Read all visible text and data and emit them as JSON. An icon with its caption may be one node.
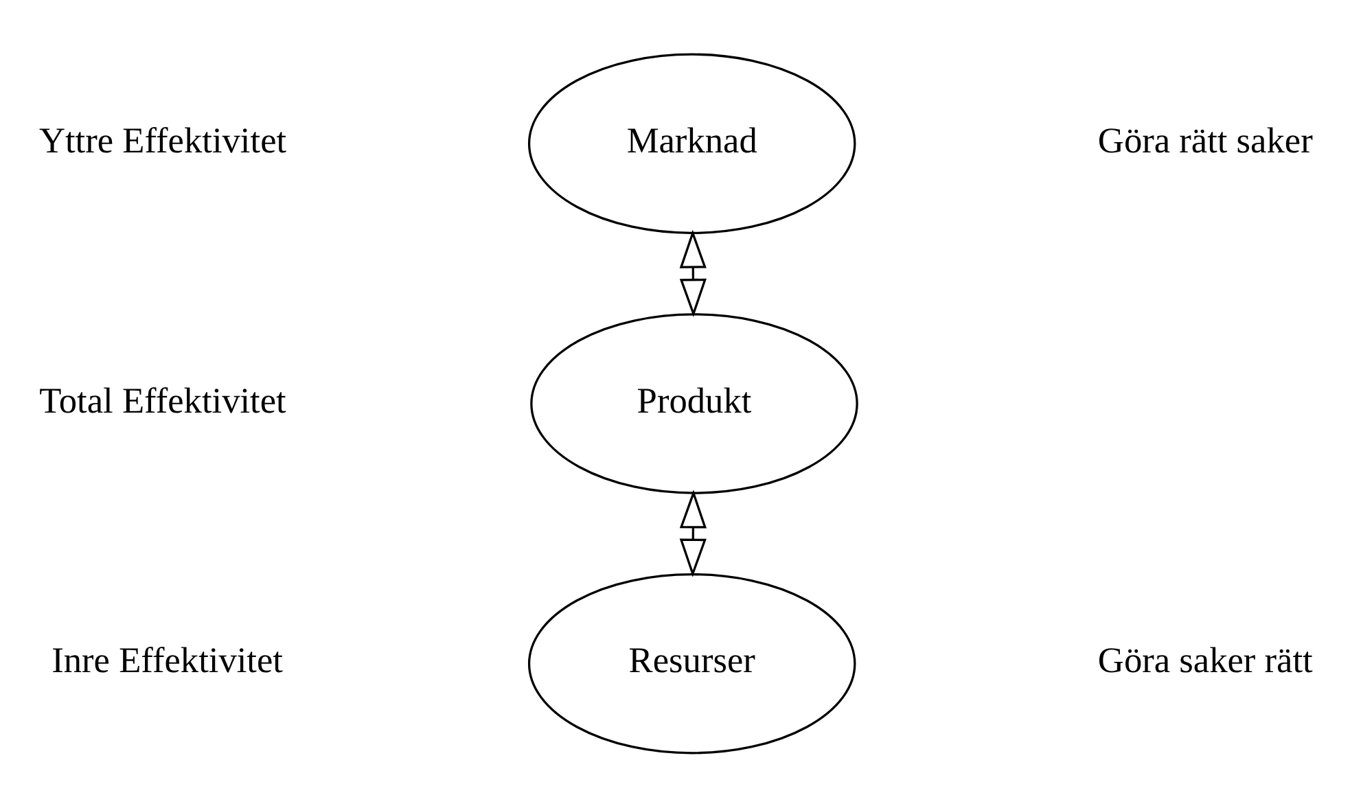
{
  "diagram": {
    "nodes": [
      {
        "text": [
          "Marknad"
        ]
      },
      {
        "text": [
          "Produkt"
        ]
      },
      {
        "text": [
          "Resurser"
        ]
      }
    ],
    "edges": [
      {
        "from": 0,
        "to": 1,
        "arrow": "both"
      },
      {
        "from": 1,
        "to": 2,
        "arrow": "both"
      }
    ],
    "labels": [
      "Yttre Effektivitet",
      "Göra rätt saker",
      "Total Effektivitet",
      "Inre Effektivitet",
      "Göra saker rätt"
    ]
  }
}
